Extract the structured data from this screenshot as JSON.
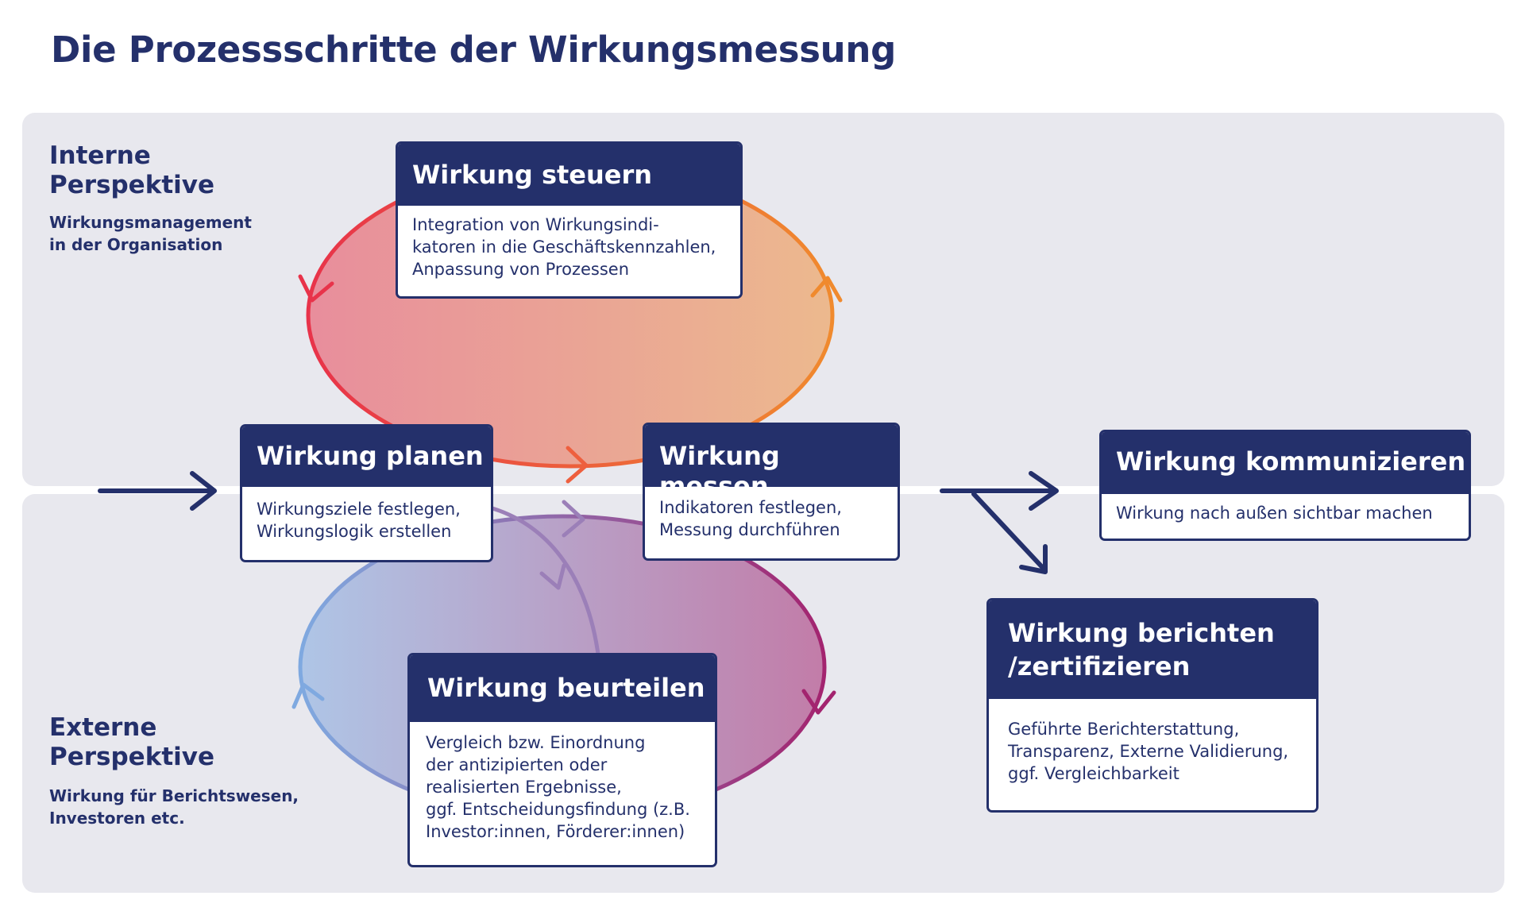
{
  "title": "Die Prozessschritte der Wirkungsmessung",
  "internal": {
    "title": "Interne\nPerspektive",
    "subtitle": "Wirkungsmanagement\nin der Organisation"
  },
  "external": {
    "title": "Externe\nPerspektive",
    "subtitle": "Wirkung für Berichtswesen,\nInvestoren etc."
  },
  "steps": {
    "steuern": {
      "title": "Wirkung steuern",
      "body": "Integration von Wirkungsindi-\nkatoren in die Geschäftskennzahlen,\nAnpassung von Prozessen"
    },
    "planen": {
      "title": "Wirkung planen",
      "body": "Wirkungsziele festlegen,\nWirkungslogik erstellen"
    },
    "messen": {
      "title": "Wirkung messen",
      "body": "Indikatoren festlegen,\nMessung durchführen"
    },
    "kommunizieren": {
      "title": "Wirkung kommunizieren",
      "body": "Wirkung nach außen sichtbar machen"
    },
    "beurteilen": {
      "title": "Wirkung beurteilen",
      "body": "Vergleich bzw. Einordnung\nder antizipierten oder\nrealisierten Ergebnisse,\nggf. Entscheidungsfindung (z.B.\nInvestor:innen, Förderer:innen)"
    },
    "berichten": {
      "title": "Wirkung berichten\n/zertifizieren",
      "body": "Geführte Berichterstattung,\nTransparenz, Externe Validierung,\nggf. Vergleichbarkeit"
    }
  },
  "colors": {
    "navy": "#24306b",
    "panel": "#e8e8ee",
    "loop_top_start": "#e8334a",
    "loop_top_end": "#f08a2e",
    "loop_bottom_start": "#7fa9e0",
    "loop_bottom_end": "#a3246f"
  }
}
